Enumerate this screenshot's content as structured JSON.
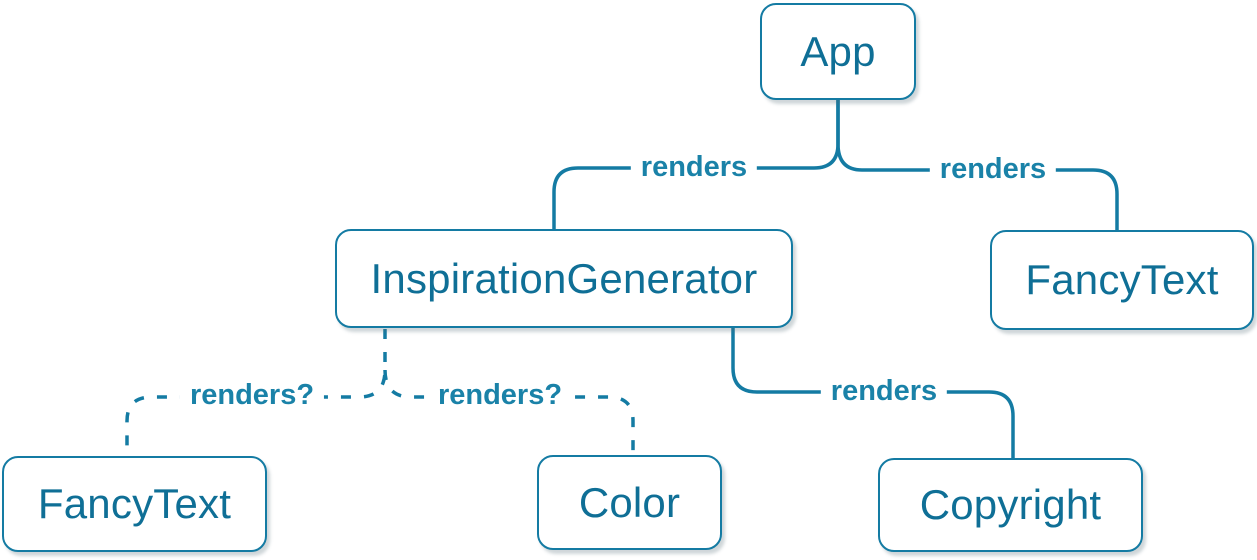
{
  "diagram": {
    "colors": {
      "stroke": "#147ba3",
      "label": "#1a82a8",
      "box_text": "#0f6f96",
      "box_border": "#147ba3",
      "box_bg": "#ffffff",
      "page_bg": "#ffffff"
    },
    "nodes": [
      {
        "id": "app",
        "label": "App"
      },
      {
        "id": "inspiration-generator",
        "label": "InspirationGenerator"
      },
      {
        "id": "fancy-text-top",
        "label": "FancyText"
      },
      {
        "id": "fancy-text-bottom",
        "label": "FancyText"
      },
      {
        "id": "color",
        "label": "Color"
      },
      {
        "id": "copyright",
        "label": "Copyright"
      }
    ],
    "edges": [
      {
        "from": "App",
        "to": "InspirationGenerator",
        "label": "renders",
        "style": "solid"
      },
      {
        "from": "App",
        "to": "FancyText",
        "label": "renders",
        "style": "solid"
      },
      {
        "from": "InspirationGenerator",
        "to": "Copyright",
        "label": "renders",
        "style": "solid"
      },
      {
        "from": "InspirationGenerator",
        "to": "FancyText",
        "label": "renders?",
        "style": "dashed"
      },
      {
        "from": "InspirationGenerator",
        "to": "Color",
        "label": "renders?",
        "style": "dashed"
      }
    ]
  }
}
